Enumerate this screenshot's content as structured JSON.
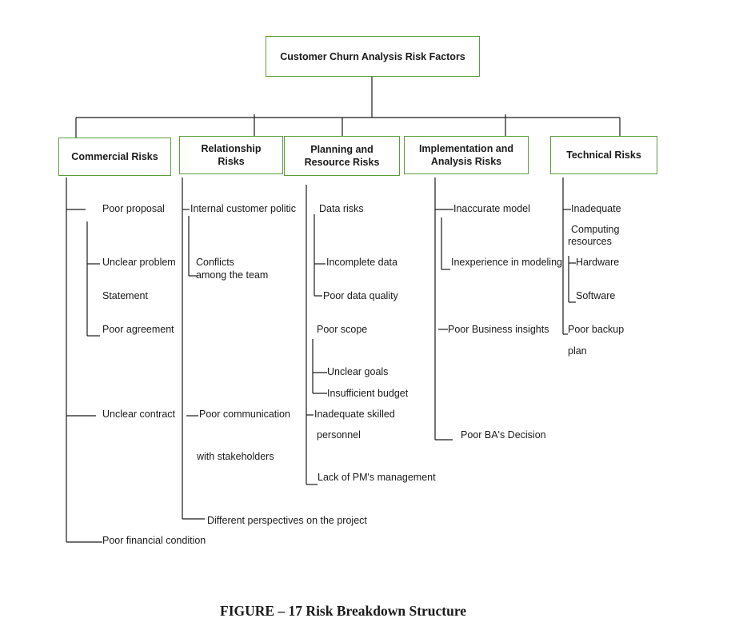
{
  "root": {
    "title": "Customer Churn Analysis Risk Factors"
  },
  "categories": [
    {
      "title": "Commercial Risks",
      "items": [
        "Poor proposal",
        "Unclear problem",
        "Statement",
        "Poor agreement",
        "Unclear contract",
        "Poor financial condition"
      ]
    },
    {
      "title": "Relationship\nRisks",
      "items": [
        "Internal customer politic",
        "Conflicts",
        "among the team",
        "Poor communication",
        "with stakeholders",
        "Different perspectives on the project"
      ]
    },
    {
      "title": "Planning and\nResource Risks",
      "items": [
        "Data risks",
        "Incomplete data",
        "Poor data quality",
        "Poor scope",
        "Unclear goals",
        "Insufficient budget",
        "Inadequate skilled",
        "personnel",
        "Lack of PM's management"
      ]
    },
    {
      "title": "Implementation and\nAnalysis Risks",
      "items": [
        "Inaccurate model",
        "Inexperience in modeling",
        "Poor Business insights",
        "Poor BA's Decision"
      ]
    },
    {
      "title": "Technical Risks",
      "items": [
        "Inadequate",
        "Computing",
        "resources",
        "Hardware",
        "Software",
        "Poor backup",
        "plan"
      ]
    }
  ],
  "caption": "FIGURE – 17 Risk Breakdown Structure",
  "colors": {
    "box_border": "#5a9e3c",
    "line": "#1a1a1a"
  }
}
